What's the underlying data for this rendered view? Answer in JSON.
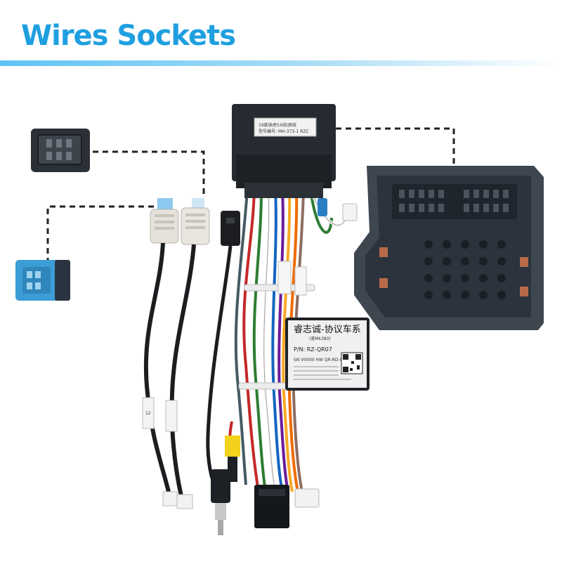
{
  "header": {
    "title": "Wires Sockets"
  },
  "connector_label": {
    "line1": "19款球虎5X线(原线",
    "line2": "型号编号: MH-373-1 RZC"
  },
  "module_label": {
    "brand": "睿志诚-协议车系",
    "sub": "(瓷Mk380)",
    "pn": "P/N: RZ-QR07",
    "sn": "SN V0000 HW QR-RD-0000"
  },
  "tag_text": {
    "cable": "12"
  },
  "colors": {
    "accent": "#1e9fe0",
    "plug_body": "#2a3440",
    "blue_socket": "#3b9dd6"
  }
}
